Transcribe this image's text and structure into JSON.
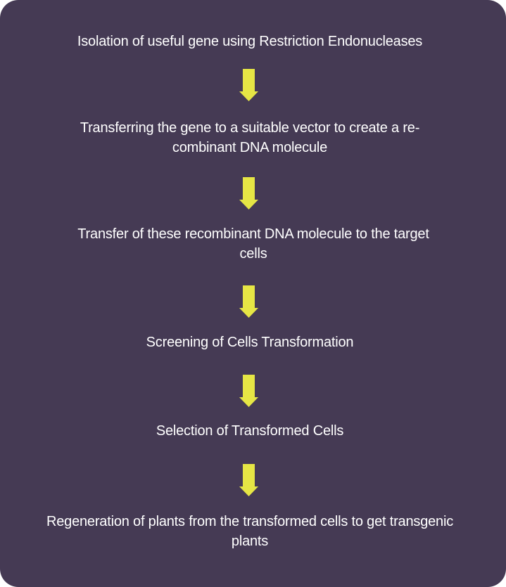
{
  "steps": [
    "Isolation of useful gene using Restriction Endonucleases",
    "Transferring the gene to a suitable vector to create a re-combinant DNA molecule",
    "Transfer of these recombinant DNA molecule to the target cells",
    "Screening of Cells Transformation",
    "Selection of Transformed Cells",
    "Regeneration of plants from the transformed cells to get transgenic plants"
  ],
  "colors": {
    "background": "#453a54",
    "arrow": "#e6e645",
    "text": "#ffffff"
  }
}
